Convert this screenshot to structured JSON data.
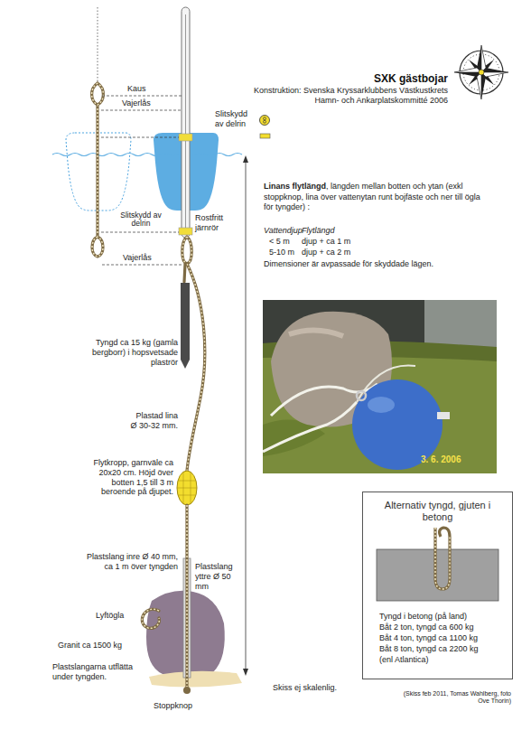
{
  "diagram": {
    "title": "SXK gästbojar",
    "nodes": [
      {
        "text": [
          "Alternativ tyngd, gjuten i betong",
          "Tyngd i betong (på land)",
          "Båt 2 ton, tyngd ca 600 kg",
          "Båt 4 ton, tyngd ca 1100 kg",
          "Båt 8 ton, tyngd ca 2200 kg",
          "(enl Atlantica)"
        ]
      }
    ],
    "labels": [
      "Konstruktion: Svenska Kryssarklubbens Västkustkrets",
      "Hamn- och Ankarplatskommitté 2006",
      "Kaus",
      "Vajerlås",
      "Slitskydd av delrin",
      "Slitskydd av delrin",
      "Rostfritt järnrör",
      "Vajerlås",
      "Tyngd ca 15 kg (gamla bergborr) i hopsvetsade plaströr",
      "Plastad lina Ø 30-32 mm.",
      "Flytkropp, garnväle ca 20x20 cm. Höjd över botten 1,5 till 3 m beroende på djupet.",
      "Plastslang inre Ø 40 mm, ca 1 m över tyngden",
      "Plastslang yttre Ø 50 mm",
      "Lyftögla",
      "Granit ca 1500 kg",
      "Plastslangarna utflätta under tyngden.",
      "Stoppknop",
      "Skiss ej skalenlig.",
      "Linans flytlängd",
      ", längden mellan botten och ytan (exkl stoppknop, lina över vattenytan runt bojfäste och ner till ögla för tyngder) :",
      "Vattendjup",
      "Flytlängd",
      "< 5 m",
      "djup + ca 1 m",
      "5-10 m",
      "djup + ca 2 m",
      "Dimensioner är avpassade för skyddade lägen.",
      "3. 6. 2006",
      "(Skiss feb 2011, Tomas Wahlberg, foto Ove Thorin)"
    ]
  }
}
